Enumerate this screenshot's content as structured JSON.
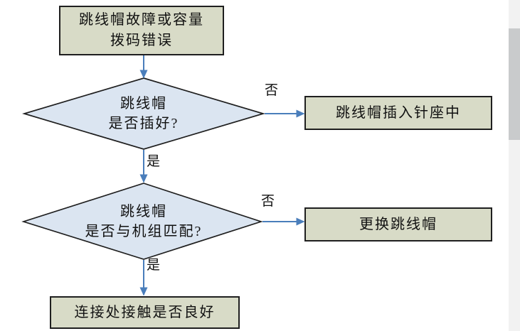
{
  "flowchart": {
    "start": {
      "line1": "跳线帽故障或容量",
      "line2": "拨码错误"
    },
    "decision1": {
      "line1": "跳线帽",
      "line2": "是否插好?"
    },
    "decision2": {
      "line1": "跳线帽",
      "line2": "是否与机组匹配?"
    },
    "action_no1": "跳线帽插入针座中",
    "action_no2": "更换跳线帽",
    "end": "连接处接触是否良好",
    "labels": {
      "yes1": "是",
      "no1": "否",
      "yes2": "是",
      "no2": "否"
    }
  },
  "colors": {
    "process_fill": "#d8dbc7",
    "decision_fill": "#dbe5f1",
    "border": "#1f1f1f",
    "arrow": "#4a7ebb",
    "text": "#111111",
    "scrollbar_track": "#f2f2f2",
    "scrollbar_thumb": "#c9cbcc",
    "background": "#ffffff"
  }
}
